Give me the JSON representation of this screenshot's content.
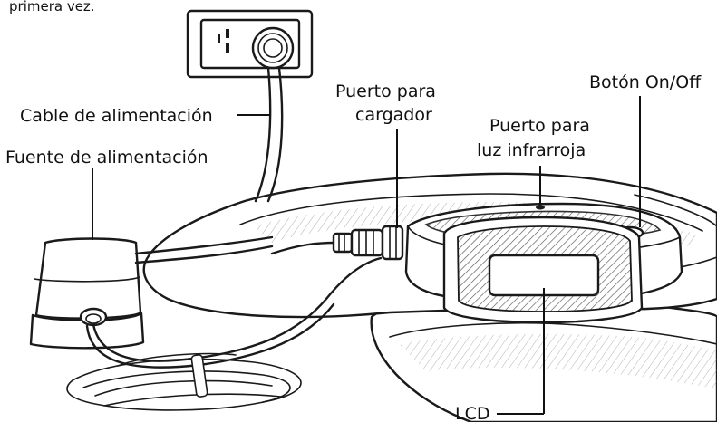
{
  "caption_fragment": "primera vez.",
  "labels": {
    "power_cable": "Cable de alimentación",
    "power_supply": "Fuente de alimentación",
    "charger_port_line1": "Puerto para",
    "charger_port_line2": "cargador",
    "ir_port_line1": "Puerto para",
    "ir_port_line2": "luz infrarroja",
    "power_button": "Botón On/Off",
    "lcd": "LCD"
  }
}
